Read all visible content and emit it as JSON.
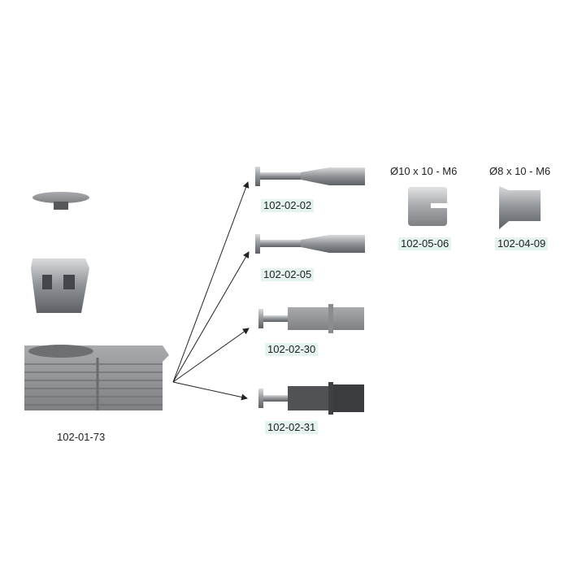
{
  "parts": {
    "housing": {
      "code": "102-01-73"
    },
    "bolt_a": {
      "code": "102-02-02"
    },
    "bolt_b": {
      "code": "102-02-05"
    },
    "bolt_c": {
      "code": "102-02-30"
    },
    "bolt_d": {
      "code": "102-02-31"
    },
    "insert_a": {
      "code": "102-05-06",
      "size": "Ø10 x 10 - M6"
    },
    "insert_b": {
      "code": "102-04-09",
      "size": "Ø8 x 10 - M6"
    }
  },
  "colors": {
    "label_bg": "#e4f3f0",
    "metal": "#9a9ca0",
    "plastic": "#8e9094",
    "dark": "#4a4c50"
  }
}
